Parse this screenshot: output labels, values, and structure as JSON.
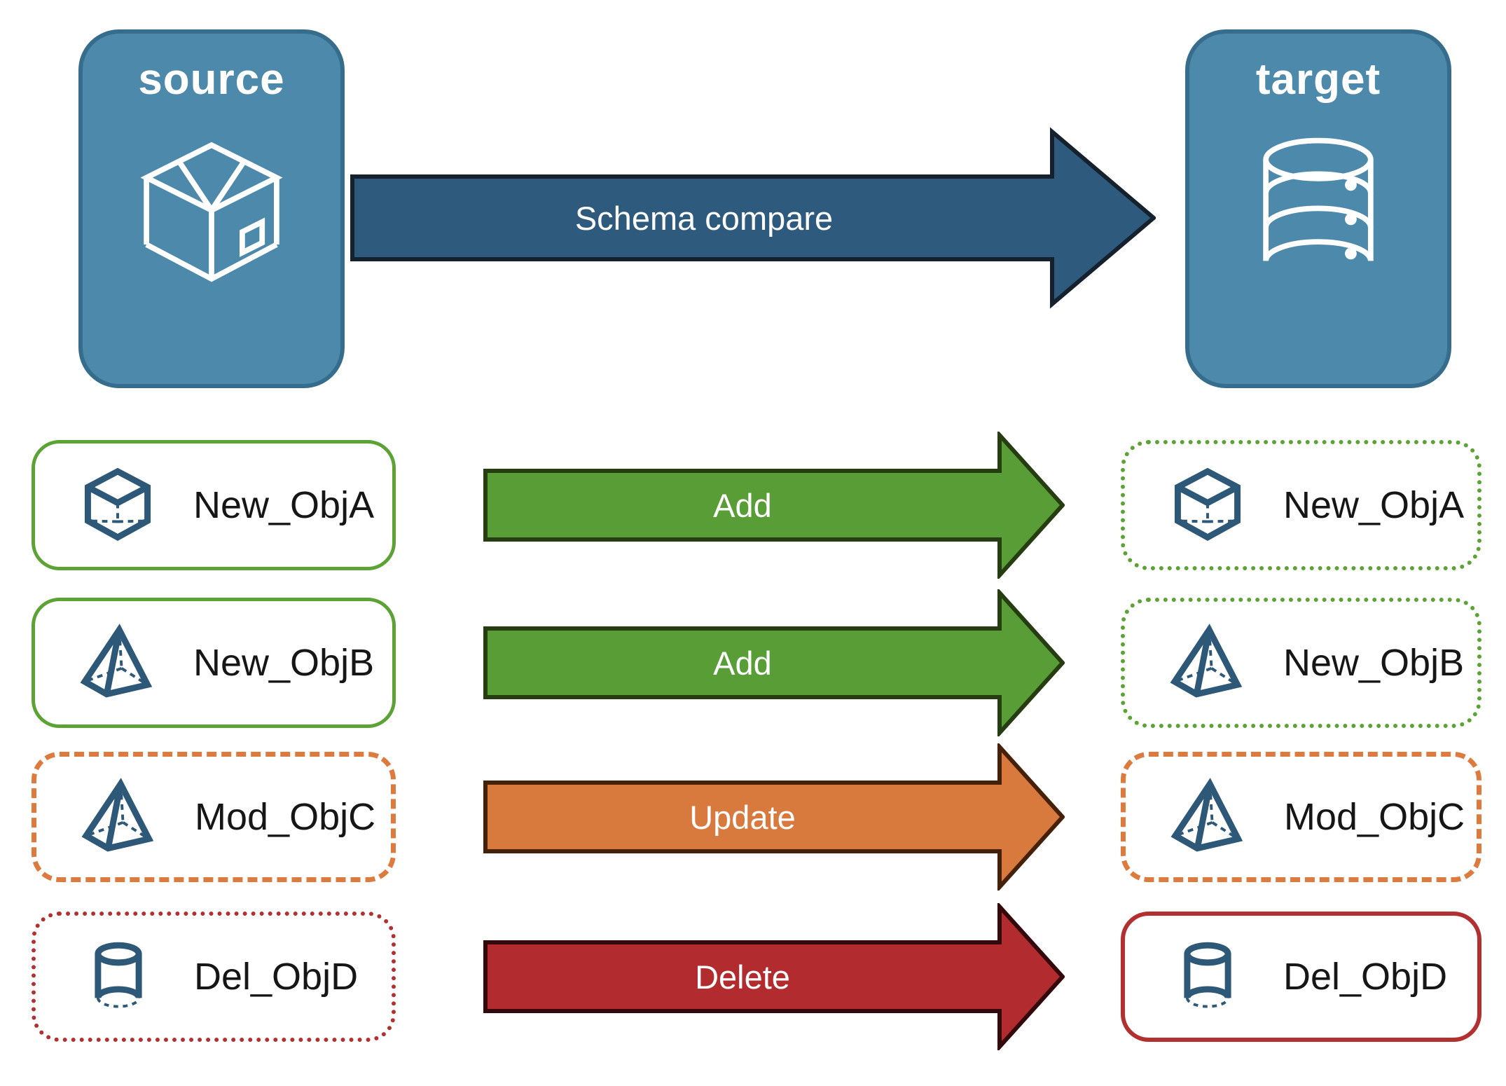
{
  "header": {
    "source": {
      "label": "source",
      "icon": "package-icon"
    },
    "target": {
      "label": "target",
      "icon": "database-icon"
    },
    "arrow": {
      "label": "Schema compare",
      "fill": "#2e5a7d",
      "stroke": "#15222e"
    }
  },
  "rows": [
    {
      "name": "New_ObjA",
      "icon": "cube-icon",
      "action": "Add",
      "left_border": {
        "color": "#5ca234",
        "style": "solid",
        "width": 5
      },
      "right_border": {
        "color": "#5ca234",
        "style": "dotted",
        "width": 6
      },
      "arrow": {
        "fill": "#599d37",
        "stroke": "#263d12"
      }
    },
    {
      "name": "New_ObjB",
      "icon": "pyramid-icon",
      "action": "Add",
      "left_border": {
        "color": "#5ca234",
        "style": "solid",
        "width": 5
      },
      "right_border": {
        "color": "#5ca234",
        "style": "dotted",
        "width": 6
      },
      "arrow": {
        "fill": "#599d37",
        "stroke": "#263d12"
      }
    },
    {
      "name": "Mod_ObjC",
      "icon": "pyramid-icon",
      "action": "Update",
      "left_border": {
        "color": "#dc7b3d",
        "style": "dashed",
        "width": 7
      },
      "right_border": {
        "color": "#dc7b3d",
        "style": "dashed",
        "width": 7
      },
      "arrow": {
        "fill": "#d8793e",
        "stroke": "#45210a"
      }
    },
    {
      "name": "Del_ObjD",
      "icon": "cylinder-icon",
      "action": "Delete",
      "left_border": {
        "color": "#b23030",
        "style": "dotted",
        "width": 6
      },
      "right_border": {
        "color": "#b23030",
        "style": "solid",
        "width": 6
      },
      "arrow": {
        "fill": "#b12b2f",
        "stroke": "#33090c"
      }
    }
  ],
  "colors": {
    "node_fill": "#4d89aa",
    "node_border": "#376d8c",
    "icon_blue": "#2e5878",
    "row_label": "#161616",
    "background": "#ffffff"
  }
}
